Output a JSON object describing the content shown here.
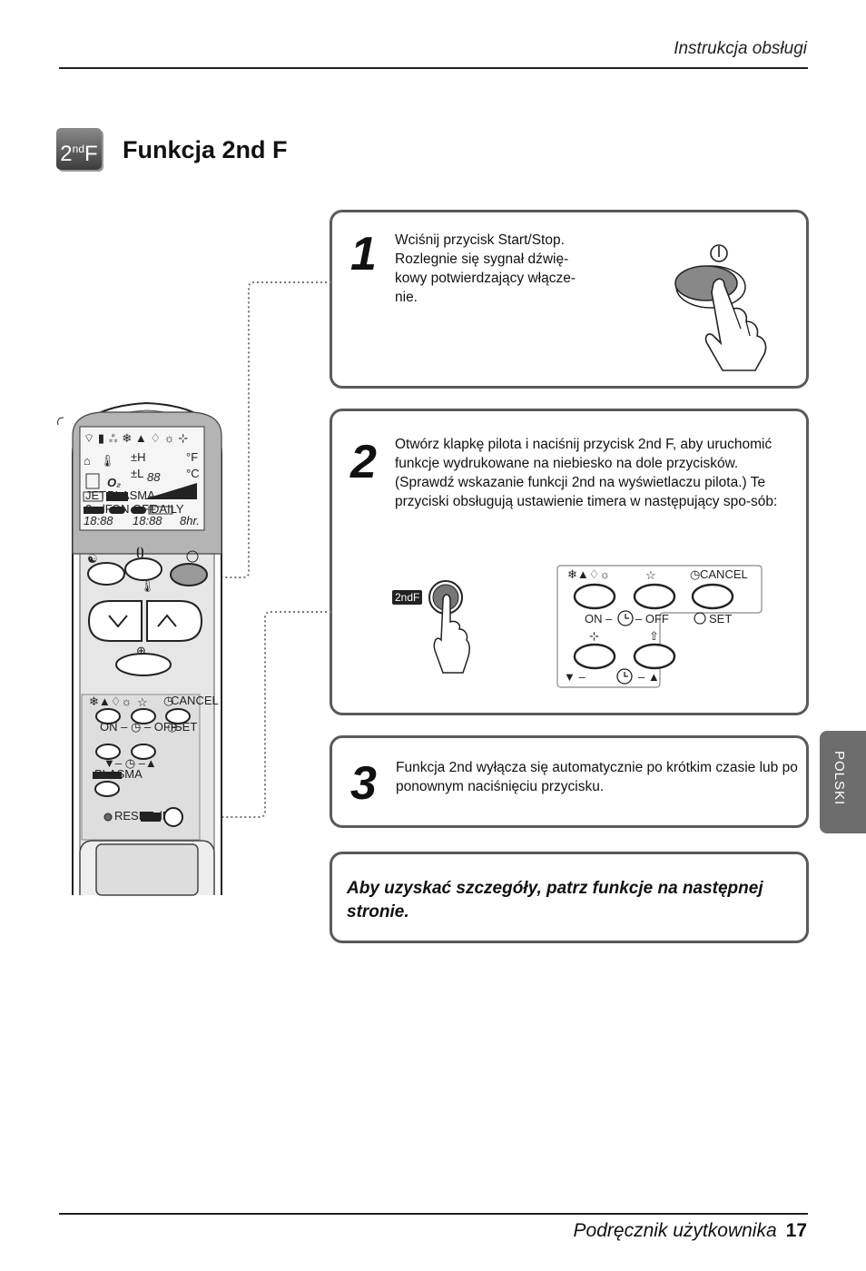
{
  "header": {
    "title": "Instrukcja obsługi"
  },
  "section": {
    "badge_main": "2",
    "badge_sup": "nd",
    "badge_tail": "F",
    "title": "Funkcja 2nd F"
  },
  "steps": [
    {
      "number": "1",
      "text": "Wciśnij przycisk Start/Stop. Rozlegnie się sygnał dźwię-kowy potwierdzający włącze-nie."
    },
    {
      "number": "2",
      "text": "Otwórz klapkę pilota i naciśnij przycisk 2nd F, aby uruchomić funkcje wydrukowane na niebiesko na dole przycisków. (Sprawdź wskazanie funkcji 2nd na wyświetlaczu pilota.) Te przyciski obsługują ustawienie timera w następujący spo-sób:"
    },
    {
      "number": "3",
      "text": "Funkcja 2nd wyłącza się automatycznie po krótkim czasie lub po ponownym naciśnięciu przycisku."
    }
  ],
  "note": {
    "text": "Aby uzyskać szczegóły, patrz funkcje na następnej stronie."
  },
  "button_panel": {
    "cancel": "CANCEL",
    "on_label": "ON –",
    "off_label": "– OFF",
    "set": "SET",
    "badge": "2ndF"
  },
  "remote": {
    "display_digits": "88",
    "jet": "JET",
    "plasma": "PLASMA",
    "on": "ON",
    "off": "OFF",
    "daily": "DAILY",
    "time1": "18:88",
    "time2": "18:88",
    "hr": "8hr.",
    "second": "2ndF",
    "reset": "RESET",
    "cancel": "CANCEL",
    "set": "SET",
    "on_off": "ON – ◷ – OFF"
  },
  "side_tab": {
    "label": "POLSKI"
  },
  "footer": {
    "text": "Podręcznik użytkownika",
    "page": "17"
  }
}
